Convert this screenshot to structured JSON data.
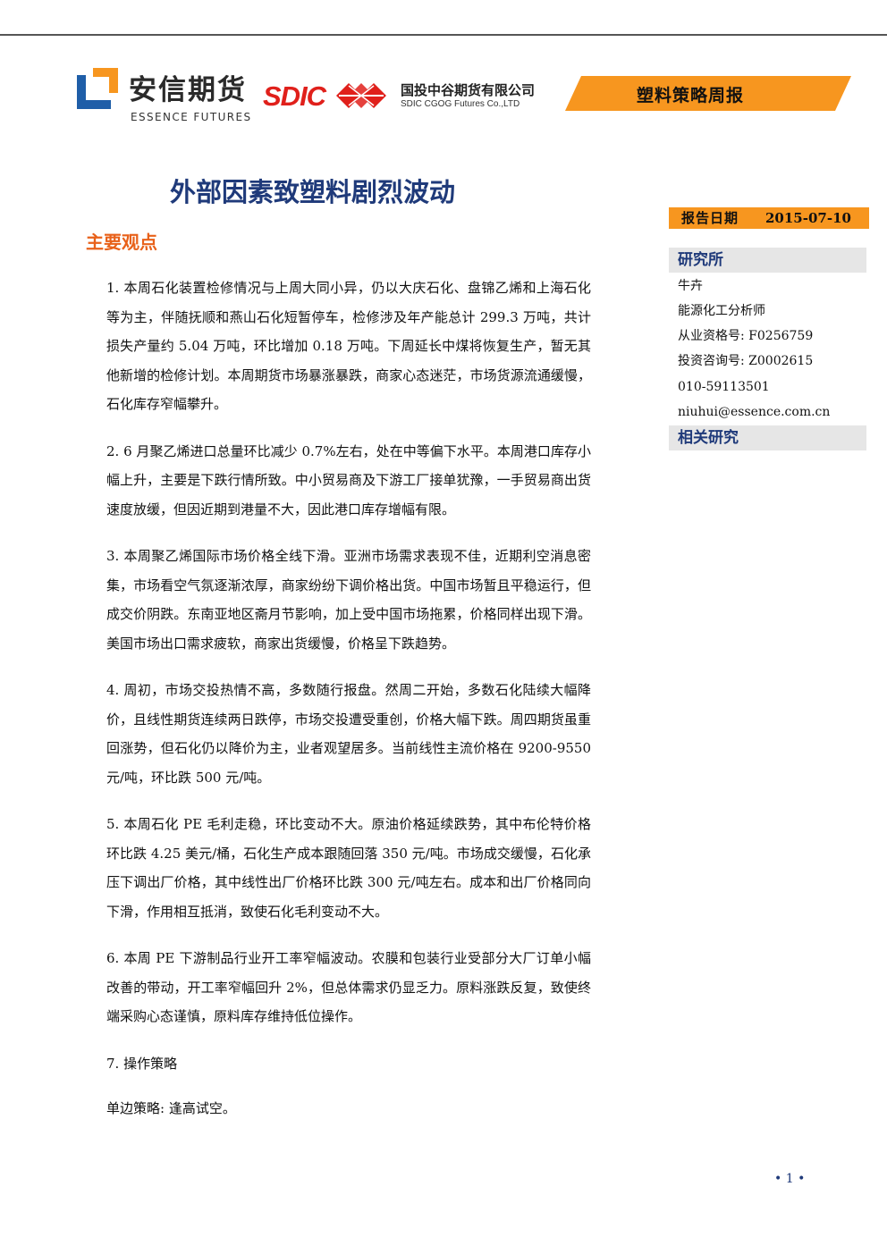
{
  "header": {
    "essence_logo_cn": "安信期货",
    "essence_logo_en": "ESSENCE FUTURES",
    "sdic_logo": "SDIC",
    "sdic_name_cn": "国投中谷期货有限公司",
    "sdic_name_en": "SDIC CGOG Futures Co.,LTD",
    "banner": "塑料策略周报",
    "colors": {
      "banner": "#f7961f",
      "title": "#1f3a7a",
      "heading": "#e8611a",
      "sdic_red": "#e0201b",
      "essence_blue": "#1f5ea8"
    }
  },
  "title": "外部因素致塑料剧烈波动",
  "section_heading": "主要观点",
  "paragraphs": [
    "1. 本周石化装置检修情况与上周大同小异，仍以大庆石化、盘锦乙烯和上海石化等为主，伴随抚顺和燕山石化短暂停车，检修涉及年产能总计 299.3 万吨，共计损失产量约 5.04 万吨，环比增加 0.18 万吨。下周延长中煤将恢复生产，暂无其他新增的检修计划。本周期货市场暴涨暴跌，商家心态迷茫，市场货源流通缓慢，石化库存窄幅攀升。",
    "2. 6 月聚乙烯进口总量环比减少 0.7%左右，处在中等偏下水平。本周港口库存小幅上升，主要是下跌行情所致。中小贸易商及下游工厂接单犹豫，一手贸易商出货速度放缓，但因近期到港量不大，因此港口库存增幅有限。",
    "3.  本周聚乙烯国际市场价格全线下滑。亚洲市场需求表现不佳，近期利空消息密集，市场看空气氛逐渐浓厚，商家纷纷下调价格出货。中国市场暂且平稳运行，但成交价阴跌。东南亚地区斋月节影响，加上受中国市场拖累，价格同样出现下滑。美国市场出口需求疲软，商家出货缓慢，价格呈下跌趋势。",
    "4. 周初，市场交投热情不高，多数随行报盘。然周二开始，多数石化陆续大幅降价，且线性期货连续两日跌停，市场交投遭受重创，价格大幅下跌。周四期货虽重回涨势，但石化仍以降价为主，业者观望居多。当前线性主流价格在 9200-9550 元/吨，环比跌 500 元/吨。",
    "5. 本周石化 PE 毛利走稳，环比变动不大。原油价格延续跌势，其中布伦特价格环比跌 4.25 美元/桶，石化生产成本跟随回落 350 元/吨。市场成交缓慢，石化承压下调出厂价格，其中线性出厂价格环比跌 300 元/吨左右。成本和出厂价格同向下滑，作用相互抵消，致使石化毛利变动不大。",
    "6. 本周 PE 下游制品行业开工率窄幅波动。农膜和包装行业受部分大厂订单小幅改善的带动，开工率窄幅回升 2%，但总体需求仍显乏力。原料涨跌反复，致使终端采购心态谨慎，原料库存维持低位操作。",
    "7. 操作策略",
    "单边策略: 逢高试空。"
  ],
  "sidebar": {
    "date_label": "报告日期",
    "date_value": "2015-07-10",
    "institute_heading": "研究所",
    "analyst_name": "牛卉",
    "analyst_title": "能源化工分析师",
    "qualification": "从业资格号: F0256759",
    "consulting": "投资咨询号: Z0002615",
    "phone": "010-59113501",
    "email": "niuhui@essence.com.cn",
    "related_heading": "相关研究"
  },
  "page_number": "• 1 •"
}
